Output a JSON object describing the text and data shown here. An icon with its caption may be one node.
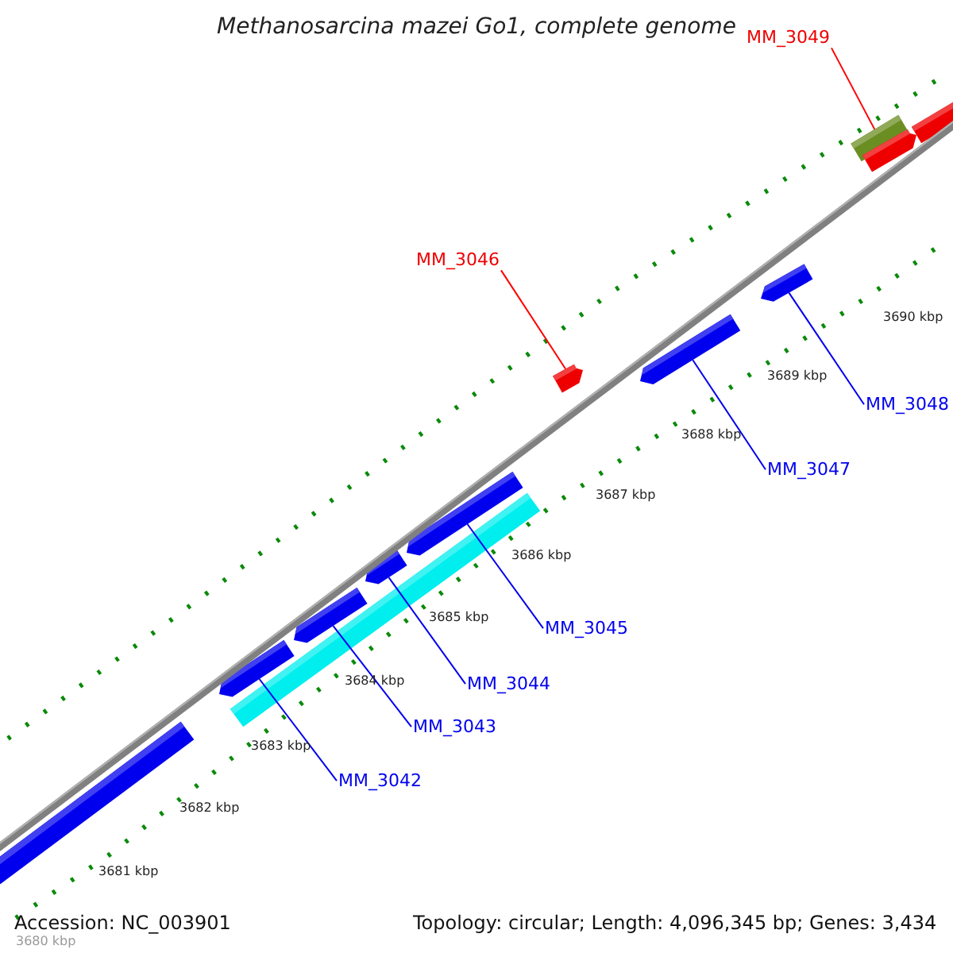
{
  "diagram": {
    "title": "Methanosarcina mazei Go1, complete genome",
    "nodes": [
      {
        "text": [
          "MM_3049"
        ]
      },
      {
        "text": [
          "MM_3046"
        ]
      },
      {
        "text": [
          "MM_3048"
        ]
      },
      {
        "text": [
          "MM_3047"
        ]
      },
      {
        "text": [
          "MM_3045"
        ]
      },
      {
        "text": [
          "MM_3044"
        ]
      },
      {
        "text": [
          "MM_3043"
        ]
      },
      {
        "text": [
          "MM_3042"
        ]
      },
      {
        "text": [],
        "shape": "bar"
      },
      {
        "text": [],
        "shape": "arrow"
      },
      {
        "text": [],
        "shape": "bar"
      },
      {
        "text": [],
        "shape": "arrow"
      },
      {
        "text": [],
        "shape": "arrow"
      },
      {
        "text": [],
        "shape": "arrow"
      },
      {
        "text": [],
        "shape": "arrow"
      },
      {
        "text": [],
        "shape": "arrow"
      },
      {
        "text": [],
        "shape": "arrow"
      },
      {
        "text": [],
        "shape": "bar"
      },
      {
        "text": [],
        "shape": "arrow"
      },
      {
        "text": [],
        "shape": "bar"
      },
      {
        "text": [],
        "shape": "line"
      }
    ],
    "edges": [
      {
        "from": 0,
        "to": 17,
        "arrow": "none",
        "color": "#ff0000"
      },
      {
        "from": 1,
        "to": 14,
        "arrow": "none",
        "color": "#ff0000"
      },
      {
        "from": 2,
        "to": 16,
        "arrow": "none"
      },
      {
        "from": 3,
        "to": 15,
        "arrow": "none"
      },
      {
        "from": 4,
        "to": 13,
        "arrow": "none"
      },
      {
        "from": 5,
        "to": 12,
        "arrow": "none"
      },
      {
        "from": 6,
        "to": 11,
        "arrow": "none"
      },
      {
        "from": 7,
        "to": 9,
        "arrow": "none"
      }
    ],
    "labels": [
      "3690 kbp",
      "3689 kbp",
      "3688 kbp",
      "3687 kbp",
      "3686 kbp",
      "3685 kbp",
      "3684 kbp",
      "3683 kbp",
      "3682 kbp",
      "3681 kbp",
      "3680 kbp",
      "Accession: NC_003901",
      "Topology: circular; Length: 4,096,345 bp; Genes: 3,434"
    ]
  }
}
